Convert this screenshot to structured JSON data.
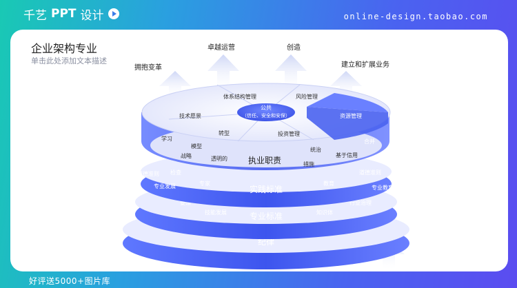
{
  "header": {
    "brand_prefix": "千艺",
    "brand_bold": "PPT",
    "brand_suffix": "设计",
    "shop": "online-design.taobao.com"
  },
  "slide": {
    "title": "企业架构专业",
    "subtitle": "单击此处添加文本描述"
  },
  "footer": "好评送5000+图片库",
  "colors": {
    "accent_blue": "#4a63f0",
    "teal": "#19c9b4",
    "light_ring": "#dde2ff"
  },
  "arrows": {
    "top_left": "拥抱变革",
    "top_mid": "卓越运营",
    "top_center": "创造",
    "top_right": "建立和扩展业务"
  },
  "layers": {
    "bottom": {
      "title": "纪律"
    },
    "second": {
      "title": "专业标准",
      "left": "委派",
      "left2": "技能发展",
      "right": "知识体",
      "right2": "行业治理"
    },
    "third": {
      "title": "实践标准",
      "left": "检查",
      "left2": "专家",
      "left3": "专业发展",
      "left_edge": "道德准则",
      "right": "教育",
      "right2": "道德准则",
      "right3": "专业教育",
      "right_edge": "治理"
    },
    "top": {
      "title": "执业职责",
      "hub_line1": "公共",
      "hub_line2": "（信任、安全和安保）",
      "labels": [
        "体系结构管理",
        "风险管理",
        "技术愿景",
        "转型",
        "投资管理",
        "资源管理",
        "学习",
        "模型",
        "战略",
        "透明的",
        "统治",
        "措施",
        "基于信用",
        "合并"
      ]
    }
  }
}
